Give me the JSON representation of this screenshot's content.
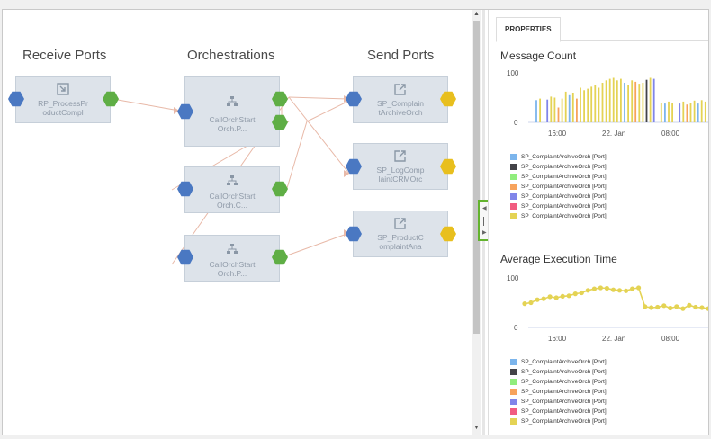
{
  "canvas": {
    "columns": [
      {
        "title": "Receive Ports"
      },
      {
        "title": "Orchestrations"
      },
      {
        "title": "Send Ports"
      }
    ],
    "receive_ports": [
      {
        "label1": "RP_ProcessPr",
        "label2": "oductCompl",
        "icon": "receive-port-icon"
      }
    ],
    "orchestrations": [
      {
        "label1": "CallOrchStart",
        "label2": "Orch.P...",
        "icon": "orchestration-icon"
      },
      {
        "label1": "CallOrchStart",
        "label2": "Orch.C...",
        "icon": "orchestration-icon"
      },
      {
        "label1": "CallOrchStart",
        "label2": "Orch.P...",
        "icon": "orchestration-icon"
      }
    ],
    "send_ports": [
      {
        "label1": "SP_Complain",
        "label2": "tArchiveOrch",
        "icon": "send-port-icon"
      },
      {
        "label1": "SP_LogComp",
        "label2": "laintCRMOrc",
        "icon": "send-port-icon"
      },
      {
        "label1": "SP_ProductC",
        "label2": "omplaintAna",
        "icon": "send-port-icon"
      }
    ],
    "colors": {
      "input": "#4a78c2",
      "output": "#5fae45",
      "send_out": "#e8bf1e",
      "wire": "#e8b9a8"
    }
  },
  "scrollbar": {
    "up": "▲",
    "down": "▼"
  },
  "splitter": {
    "left": "◀",
    "right": "▶"
  },
  "properties": {
    "tab_label": "PROPERTIES",
    "message_count": {
      "title": "Message Count",
      "y_ticks": [
        "100",
        "0"
      ],
      "x_ticks": [
        "16:00",
        "22. Jan",
        "08:00"
      ]
    },
    "avg_exec": {
      "title": "Average Execution Time",
      "y_ticks": [
        "100",
        "0"
      ],
      "x_ticks": [
        "16:00",
        "22. Jan",
        "08:00"
      ]
    },
    "legend_message": [
      {
        "label": "SP_ComplaintArchiveOrch [Port]",
        "color": "#7cb5ec"
      },
      {
        "label": "SP_ComplaintArchiveOrch [Port]",
        "color": "#434348"
      },
      {
        "label": "SP_ComplaintArchiveOrch [Port]",
        "color": "#90ed7d"
      },
      {
        "label": "SP_ComplaintArchiveOrch [Port]",
        "color": "#f7a35c"
      },
      {
        "label": "SP_ComplaintArchiveOrch [Port]",
        "color": "#8085e9"
      },
      {
        "label": "SP_ComplaintArchiveOrch [Port]",
        "color": "#f15c80"
      },
      {
        "label": "SP_ComplaintArchiveOrch [Port]",
        "color": "#e4d354"
      }
    ],
    "legend_avg": [
      {
        "label": "SP_ComplaintArchiveOrch [Port]",
        "color": "#7cb5ec"
      },
      {
        "label": "SP_ComplaintArchiveOrch [Port]",
        "color": "#434348"
      },
      {
        "label": "SP_ComplaintArchiveOrch [Port]",
        "color": "#90ed7d"
      },
      {
        "label": "SP_ComplaintArchiveOrch [Port]",
        "color": "#f7a35c"
      },
      {
        "label": "SP_ComplaintArchiveOrch [Port]",
        "color": "#8085e9"
      },
      {
        "label": "SP_ComplaintArchiveOrch [Port]",
        "color": "#f15c80"
      },
      {
        "label": "SP_ComplaintArchiveOrch [Port]",
        "color": "#e4d354"
      }
    ]
  },
  "chart_data": [
    {
      "type": "bar",
      "title": "Message Count",
      "ylim": [
        0,
        100
      ],
      "x_ticks": [
        "16:00",
        "22. Jan",
        "08:00"
      ],
      "values": [
        0,
        45,
        48,
        0,
        46,
        52,
        50,
        30,
        48,
        62,
        55,
        60,
        48,
        70,
        65,
        68,
        72,
        75,
        70,
        80,
        85,
        88,
        90,
        85,
        88,
        80,
        75,
        85,
        82,
        78,
        80,
        86,
        90,
        88,
        0,
        40,
        38,
        42,
        40,
        0,
        38,
        42,
        36,
        40,
        44,
        38,
        45,
        42
      ],
      "colors": [
        "#e4d354",
        "#7cb5ec",
        "#e4d354",
        "#e4d354",
        "#8085e9",
        "#e4d354",
        "#e4d354",
        "#f7a35c",
        "#e4d354",
        "#e4d354",
        "#7cb5ec",
        "#e4d354",
        "#f7a35c",
        "#e4d354",
        "#e4d354",
        "#e4d354",
        "#e4d354",
        "#e4d354",
        "#e4d354",
        "#e4d354",
        "#e4d354",
        "#e4d354",
        "#e4d354",
        "#e4d354",
        "#e4d354",
        "#7cb5ec",
        "#e4d354",
        "#e4d354",
        "#f7a35c",
        "#e4d354",
        "#e4d354",
        "#434348",
        "#e4d354",
        "#8085e9",
        "#e4d354",
        "#e4d354",
        "#7cb5ec",
        "#e4d354",
        "#e4d354",
        "#e4d354",
        "#8085e9",
        "#e4d354",
        "#f7a35c",
        "#e4d354",
        "#e4d354",
        "#7cb5ec",
        "#e4d354",
        "#e4d354"
      ]
    },
    {
      "type": "line",
      "title": "Average Execution Time",
      "ylim": [
        0,
        100
      ],
      "x_ticks": [
        "16:00",
        "22. Jan",
        "08:00"
      ],
      "series": [
        {
          "color": "#e4d354",
          "values": [
            48,
            50,
            56,
            58,
            62,
            60,
            63,
            64,
            68,
            70,
            75,
            78,
            80,
            79,
            76,
            75,
            74,
            78,
            80,
            42,
            40,
            41,
            44,
            39,
            42,
            38,
            45,
            41,
            40,
            38
          ]
        }
      ]
    }
  ]
}
